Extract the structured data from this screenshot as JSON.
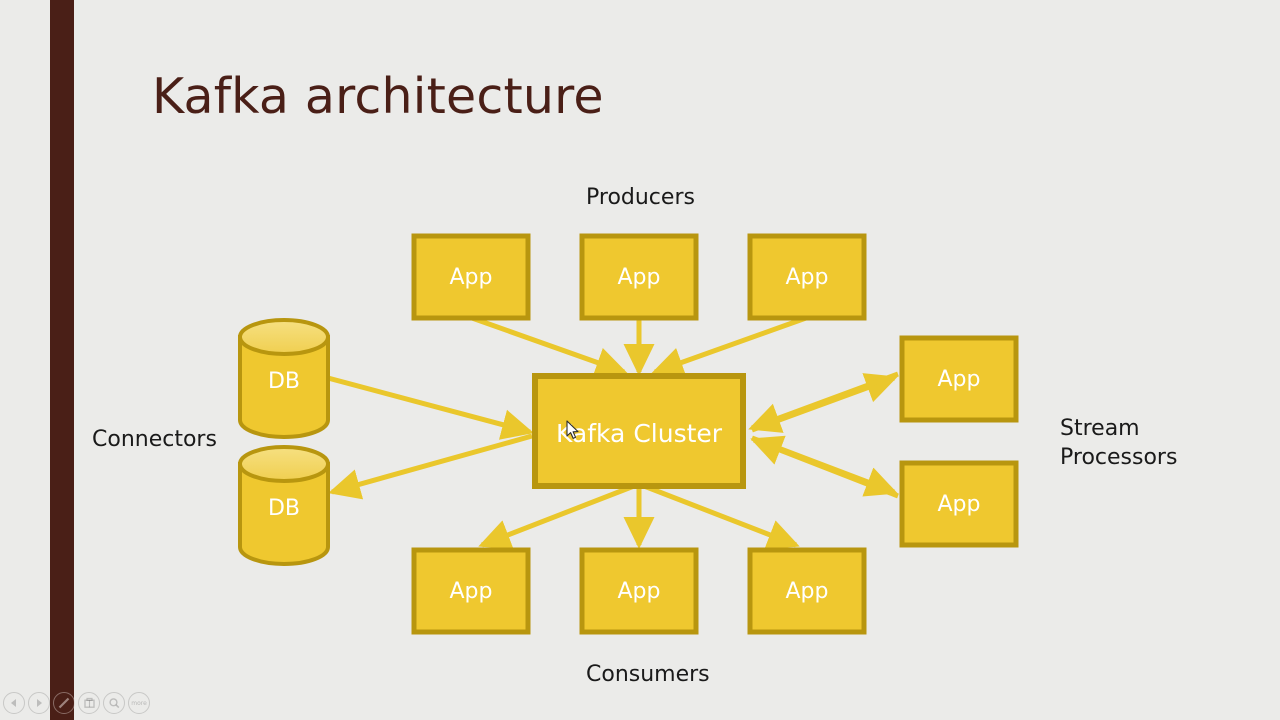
{
  "slide": {
    "title": "Kafka architecture",
    "background_color": "#ebebe9",
    "accent_stripe_color": "#4a1f17",
    "title_color": "#4a1f17"
  },
  "diagram": {
    "node_fill": "#efc82f",
    "node_stroke": "#b8960f",
    "node_top_fill": "#f2d96a",
    "arrow_color": "#eac72c",
    "label_color": "#1a1a1a",
    "node_text_color": "#ffffff",
    "groups": {
      "producers": "Producers",
      "consumers": "Consumers",
      "connectors": "Connectors",
      "stream_processors": "Stream\nProcessors"
    },
    "cluster": {
      "label": "Kafka Cluster"
    },
    "producers": [
      {
        "label": "App"
      },
      {
        "label": "App"
      },
      {
        "label": "App"
      }
    ],
    "consumers": [
      {
        "label": "App"
      },
      {
        "label": "App"
      },
      {
        "label": "App"
      }
    ],
    "stream_processors": [
      {
        "label": "App"
      },
      {
        "label": "App"
      }
    ],
    "connectors": [
      {
        "label": "DB"
      },
      {
        "label": "DB"
      }
    ]
  },
  "toolbar": {
    "buttons": [
      {
        "name": "previous-slide-button",
        "icon": "triangle-left-icon"
      },
      {
        "name": "next-slide-button",
        "icon": "triangle-right-icon"
      },
      {
        "name": "pen-annotate-button",
        "icon": "pen-icon"
      },
      {
        "name": "present-button",
        "icon": "present-icon"
      },
      {
        "name": "zoom-search-button",
        "icon": "magnifier-icon"
      },
      {
        "name": "more-options-button",
        "icon": "more-icon",
        "text": "more"
      }
    ]
  }
}
